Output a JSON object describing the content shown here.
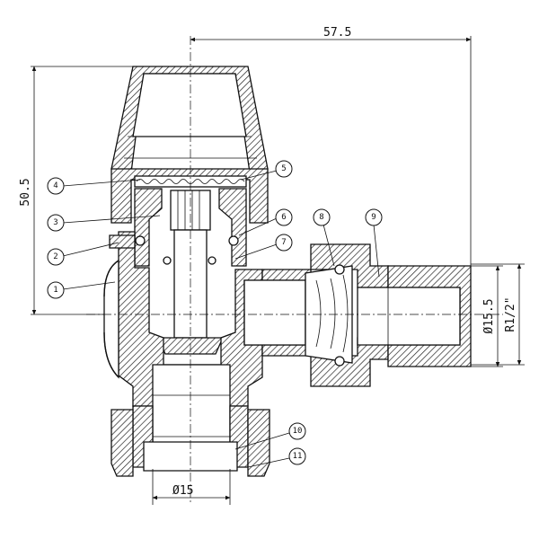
{
  "dimensions": {
    "width": "57.5",
    "height": "50.5",
    "outlet_diameter": "Ø15.5",
    "thread": "R1/2\"",
    "inlet_diameter": "Ø15"
  },
  "callouts": [
    "1",
    "2",
    "3",
    "4",
    "5",
    "6",
    "7",
    "8",
    "9",
    "10",
    "11"
  ]
}
